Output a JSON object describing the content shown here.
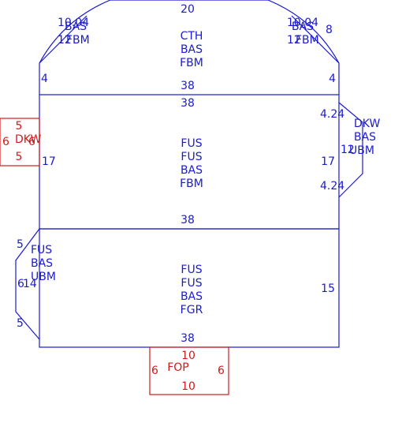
{
  "colors": {
    "main": "#1a1ad0",
    "accent": "#d01a1a"
  },
  "top_panel": {
    "dim_top": "20",
    "dim_left": "4",
    "dim_right": "4",
    "dim_bottom": "38",
    "codes": [
      "CTH",
      "BAS",
      "FBM"
    ],
    "left_corner": {
      "dim": "10.04",
      "angle": "12",
      "codes": [
        "BAS",
        "FBM"
      ]
    },
    "right_corner": {
      "dim": "10.04",
      "angle": "12",
      "codes": [
        "BAS",
        "FBM"
      ],
      "extra": "8"
    }
  },
  "middle_panel": {
    "dim_top": "38",
    "dim_left": "17",
    "dim_right": "17",
    "dim_bottom": "38",
    "codes": [
      "FUS",
      "FUS",
      "BAS",
      "FBM"
    ],
    "left_pocket": {
      "top": "5",
      "bottom": "5",
      "left": "6",
      "right": "6",
      "label": "DKW"
    },
    "right_flap": {
      "top": "4.24",
      "bottom": "4.24",
      "side": "12",
      "codes": [
        "DKW",
        "BAS",
        "UBM"
      ]
    }
  },
  "bottom_panel": {
    "dim_right": "15",
    "dim_bottom": "38",
    "codes": [
      "FUS",
      "FUS",
      "BAS",
      "FGR"
    ],
    "left_flap": {
      "top": "5",
      "bottom": "5",
      "side_a": "6",
      "side_b": "14",
      "codes": [
        "FUS",
        "BAS",
        "UBM"
      ]
    }
  },
  "foot_pocket": {
    "top": "10",
    "bottom": "10",
    "left": "6",
    "right": "6",
    "label": "FOP"
  }
}
